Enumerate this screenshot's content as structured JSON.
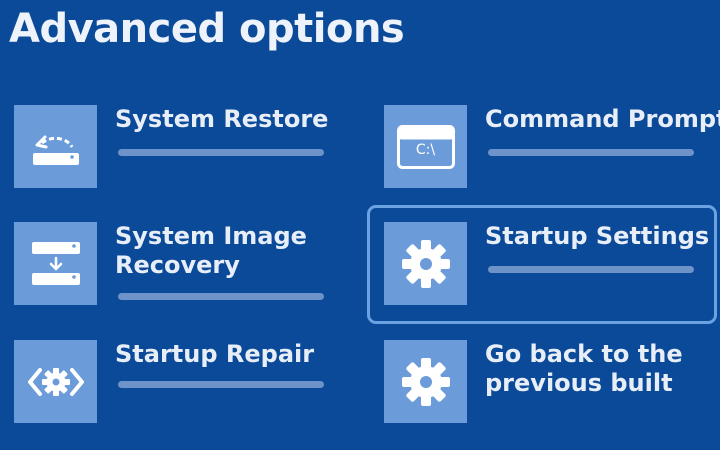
{
  "page": {
    "title": "Advanced options"
  },
  "options": [
    {
      "id": "system-restore",
      "label": "System Restore",
      "icon": "system-restore-icon",
      "progress_bar": true,
      "selected": false
    },
    {
      "id": "command-prompt",
      "label": "Command Prompt",
      "icon": "command-prompt-icon",
      "icon_text": "C:\\",
      "progress_bar": true,
      "selected": false
    },
    {
      "id": "system-image-recovery",
      "label": "System Image\nRecovery",
      "label_line1": "System Image",
      "label_line2": "Recovery",
      "icon": "system-image-recovery-icon",
      "progress_bar": true,
      "selected": false
    },
    {
      "id": "startup-settings",
      "label": "Startup Settings",
      "icon": "gear-icon",
      "progress_bar": true,
      "selected": true
    },
    {
      "id": "startup-repair",
      "label": "Startup Repair",
      "icon": "startup-repair-icon",
      "progress_bar": true,
      "selected": false
    },
    {
      "id": "go-back",
      "label": "Go back to the\nprevious built",
      "label_line1": "Go back to the",
      "label_line2": "previous built",
      "icon": "gear-icon",
      "progress_bar": false,
      "selected": false
    }
  ],
  "colors": {
    "background": "#0b4a98",
    "tile": "#6b9bd9",
    "progress_bar": "#6d93c9",
    "text": "#e8eef8",
    "selection_border": "#6aa2e2"
  }
}
